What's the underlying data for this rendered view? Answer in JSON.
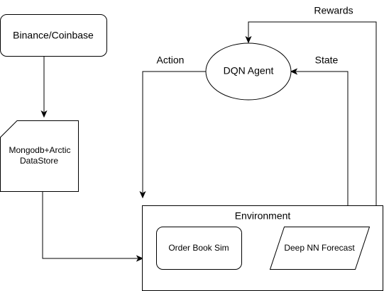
{
  "nodes": {
    "exchange": {
      "label": "Binance/Coinbase"
    },
    "datastore": {
      "label_line1": "Mongodb+Arctic",
      "label_line2": "DataStore"
    },
    "agent": {
      "label": "DQN Agent"
    },
    "environment": {
      "label": "Environment"
    },
    "order_book": {
      "label": "Order Book Sim"
    },
    "forecast": {
      "label": "Deep NN Forecast"
    }
  },
  "edges": {
    "rewards": {
      "label": "Rewards"
    },
    "action": {
      "label": "Action"
    },
    "state": {
      "label": "State"
    }
  }
}
